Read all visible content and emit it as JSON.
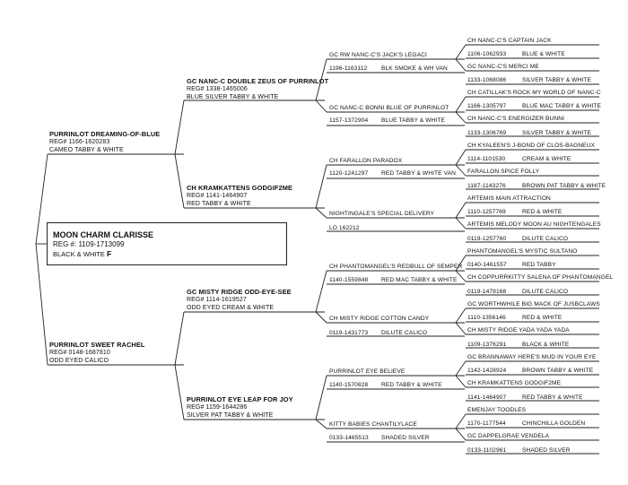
{
  "subject": {
    "name": "MOON CHARM CLARISSE",
    "reg": "REG #: 1109-1713099",
    "color": "BLACK & WHITE",
    "sex": "F"
  },
  "parents": {
    "sire": {
      "name": "PURRINLOT DREAMING-OF-BLUE",
      "reg": "REG# 1166-1620283",
      "color": "CAMEO TABBY & WHITE"
    },
    "dam": {
      "name": "PURRINLOT SWEET RACHEL",
      "reg": "REG# 0148-1687810",
      "color": "ODD EYED CALICO"
    }
  },
  "grandparents": {
    "ss": {
      "name": "GC NANC-C DOUBLE ZEUS OF PURRINLOT",
      "reg": "REG# 1338-1465006",
      "color": "BLUE SILVER TABBY & WHITE"
    },
    "sd": {
      "name": "CH KRAMKATTENS GODGIF2ME",
      "reg": "REG# 1141-1464907",
      "color": "RED TABBY & WHITE"
    },
    "ds": {
      "name": "GC MISTY RIDGE ODD-EYE-SEE",
      "reg": "REG# 1114-1619527",
      "color": "ODD EYED CREAM & WHITE"
    },
    "dd": {
      "name": "PURRINLOT EYE LEAP FOR JOY",
      "reg": "REG# 1159-1644286",
      "color": "SILVER PAT TABBY & WHITE"
    }
  },
  "great_grandparents": [
    {
      "name": "GC RW NANC-C'S JACK'S LEGACI",
      "reg": "1196-1163112",
      "color": "BLK SMOKE & WH VAN"
    },
    {
      "name": "GC NANC-C BONNI BLUE OF PURRINLOT",
      "reg": "1157-1372904",
      "color": "BLUE TABBY & WHITE"
    },
    {
      "name": "CH FARALLON PARADOX",
      "reg": "1120-1241297",
      "color": "RED TABBY & WHITE VAN"
    },
    {
      "name": "NIGHTINGALE'S SPECIAL DELIVERY",
      "reg": "LO 162212",
      "color": ""
    },
    {
      "name": "CH PHANTOMANGEL'S REDBULL OF SEMPER FI",
      "reg": "1140-1559848",
      "color": "RED MAC TABBY & WHITE"
    },
    {
      "name": "CH MISTY RIDGE COTTON CANDY",
      "reg": "0119-1431773",
      "color": "DILUTE CALICO"
    },
    {
      "name": "PURRINLOT EYE BELIEVE",
      "reg": "1140-1570828",
      "color": "RED TABBY & WHITE"
    },
    {
      "name": "KITTY BABIES CHANTILYLACE",
      "reg": "0133-1465513",
      "color": "SHADED SILVER"
    }
  ],
  "great_great_grandparents": [
    {
      "name": "CH NANC-C'S CAPTAIN JACK",
      "reg": "1106-1062933",
      "color": "BLUE & WHITE"
    },
    {
      "name": "GC NANC-C'S MERCI ME",
      "reg": "1133-1068086",
      "color": "SILVER TABBY & WHITE"
    },
    {
      "name": "CH CATILLAK'S ROCK MY WORLD OF NANC-C",
      "reg": "1166-1305797",
      "color": "BLUE MAC TABBY & WHITE"
    },
    {
      "name": "CH NANC-C'S ENERGIZER BUNNI",
      "reg": "1133-1306769",
      "color": "SILVER TABBY & WHITE"
    },
    {
      "name": "CH KYALEEN'S J-BOND OF CLOS-BAGNEUX",
      "reg": "1114-1101530",
      "color": "CREAM & WHITE"
    },
    {
      "name": "FARALLON SPICE FOLLY",
      "reg": "1187-1143276",
      "color": "BROWN PAT TABBY & WHITE"
    },
    {
      "name": "ARTEMIS MAIN ATTRACTION",
      "reg": "1110-1257769",
      "color": "RED & WHITE"
    },
    {
      "name": "ARTEMIS MELODY MOON AU NIGHTENGALES",
      "reg": "0119-1257760",
      "color": "DILUTE CALICO"
    },
    {
      "name": "PHANTOMANGEL'S MYSTIC SULTANO",
      "reg": "0140-1461557",
      "color": "RED TABBY"
    },
    {
      "name": "CH COPPURRKITTY SALENA OF PHANTOMANGEL",
      "reg": "0119-1479168",
      "color": "DILUTE CALICO"
    },
    {
      "name": "GC WORTHWHILE BIG MACK OF JUSBCLAWS",
      "reg": "1110-1356146",
      "color": "RED & WHITE"
    },
    {
      "name": "CH MISTY RIDGE YADA YADA YADA",
      "reg": "1109-1376291",
      "color": "BLACK & WHITE"
    },
    {
      "name": "GC BRANNAWAY HERE'S MUD IN YOUR EYE",
      "reg": "1142-1428924",
      "color": "BROWN TABBY & WHITE"
    },
    {
      "name": "CH KRAMKATTENS GODGIF2ME",
      "reg": "1141-1464907",
      "color": "RED TABBY & WHITE"
    },
    {
      "name": "EMENJAY TOODLES",
      "reg": "1170-1177544",
      "color": "CHINCHILLA GOLDEN"
    },
    {
      "name": "GC DAPPELGRAE VENDELA",
      "reg": "0133-1102961",
      "color": "SHADED SILVER"
    }
  ]
}
